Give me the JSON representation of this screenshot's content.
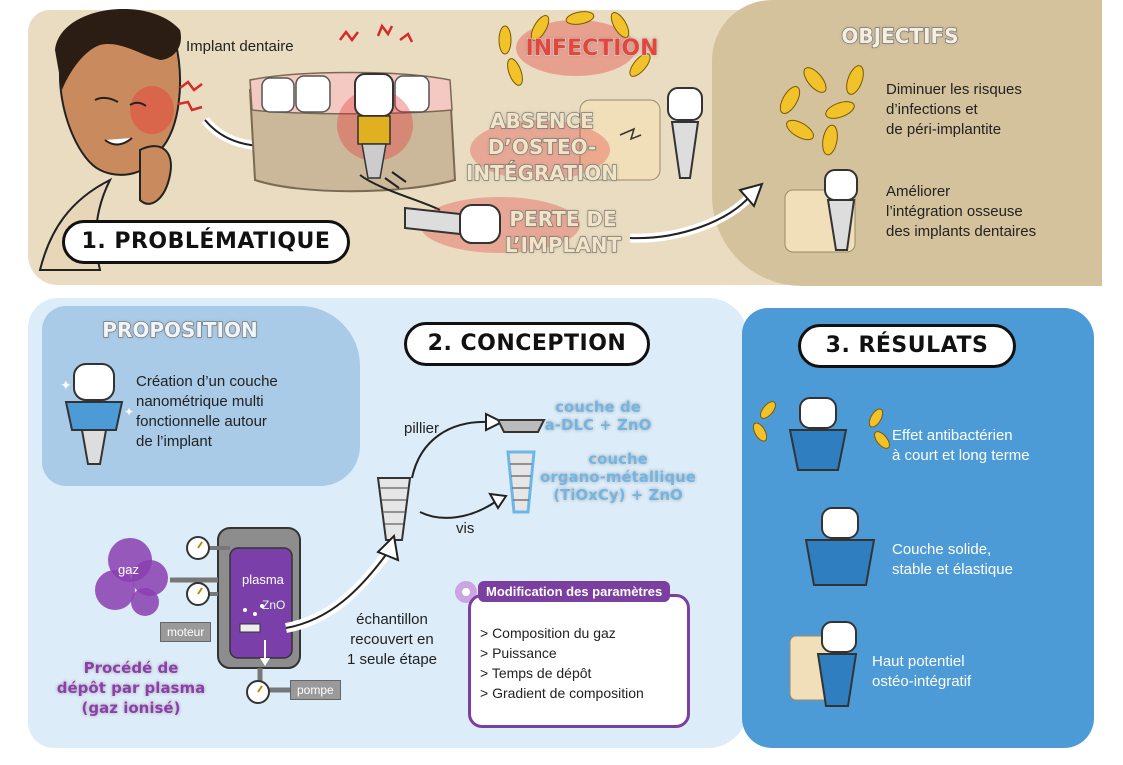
{
  "problematique": {
    "section_title": "1. PROBLÉMATIQUE",
    "implant_label": "Implant dentaire",
    "infection": "INFECTION",
    "absence": [
      "ABSENCE",
      "D’OSTEO-",
      "INTÉGRATION"
    ],
    "perte": [
      "PERTE DE",
      "L’IMPLANT"
    ]
  },
  "objectifs": {
    "title": "OBJECTIFS",
    "items": [
      {
        "lines": [
          "Diminuer les risques",
          "d’infections et",
          "de péri-implantite"
        ]
      },
      {
        "lines": [
          "Améliorer",
          "l’intégration osseuse",
          "des implants dentaires"
        ]
      }
    ]
  },
  "proposition": {
    "title": "PROPOSITION",
    "lines": [
      "Création d’un couche",
      "nanométrique multi",
      "fonctionnelle autour",
      "de l’implant"
    ]
  },
  "conception": {
    "section_title": "2. CONCEPTION",
    "pillier": "pillier",
    "vis": "vis",
    "couche1": [
      "couche de",
      "a-DLC + ZnO"
    ],
    "couche2": [
      "couche",
      "organo-métallique",
      "(TiOxCy) + ZnO"
    ],
    "gaz": "gaz",
    "plasma": "plasma",
    "zno": "ZnO",
    "moteur": "moteur",
    "pompe": "pompe",
    "procede": [
      "Procédé de",
      "dépôt par plasma",
      "(gaz ionisé)"
    ],
    "echantillon": [
      "échantillon",
      "recouvert en",
      "1 seule étape"
    ],
    "modif_title": "Modification des paramètres",
    "modif_items": [
      "> Composition du gaz",
      "> Puissance",
      "> Temps de dépôt",
      "> Gradient de composition"
    ]
  },
  "resultats": {
    "section_title": "3. RÉSULATS",
    "items": [
      {
        "lines": [
          "Effet antibactérien",
          "à court et long terme"
        ]
      },
      {
        "lines": [
          "Couche solide,",
          "stable et élastique"
        ]
      },
      {
        "lines": [
          "Haut potentiel",
          "ostéo-intégratif"
        ]
      }
    ]
  },
  "colors": {
    "top_band": "#e9dcc0",
    "objectifs": "#d4c29d",
    "bottom": "#dcecf8",
    "proposition": "#a9cbe7",
    "resultats": "#4d9bd6",
    "procede": "#8a3fb0",
    "couche": "#6fb6e8",
    "alert_red": "#e53030"
  }
}
